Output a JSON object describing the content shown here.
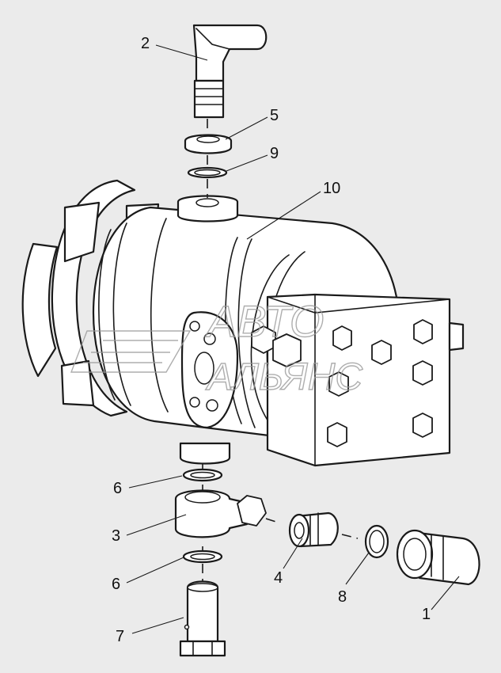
{
  "callouts": [
    {
      "id": "1",
      "part": "banjo-fitting-inlet"
    },
    {
      "id": "2",
      "part": "elbow-tube"
    },
    {
      "id": "3",
      "part": "banjo-fitting"
    },
    {
      "id": "4",
      "part": "adapter-union"
    },
    {
      "id": "5",
      "part": "hex-nut"
    },
    {
      "id": "6",
      "part": "sealing-washer"
    },
    {
      "id": "6",
      "part": "sealing-washer"
    },
    {
      "id": "7",
      "part": "hollow-bolt"
    },
    {
      "id": "8",
      "part": "o-ring"
    },
    {
      "id": "9",
      "part": "sealing-ring"
    },
    {
      "id": "10",
      "part": "steering-cylinder-housing"
    }
  ],
  "watermark": {
    "line1": "АВТО",
    "line2": "АЛЬЯНС"
  },
  "colors": {
    "background": "#ebebeb",
    "line": "#1a1a1a",
    "fill": "#ffffff",
    "watermark": "#9a9a9a"
  }
}
